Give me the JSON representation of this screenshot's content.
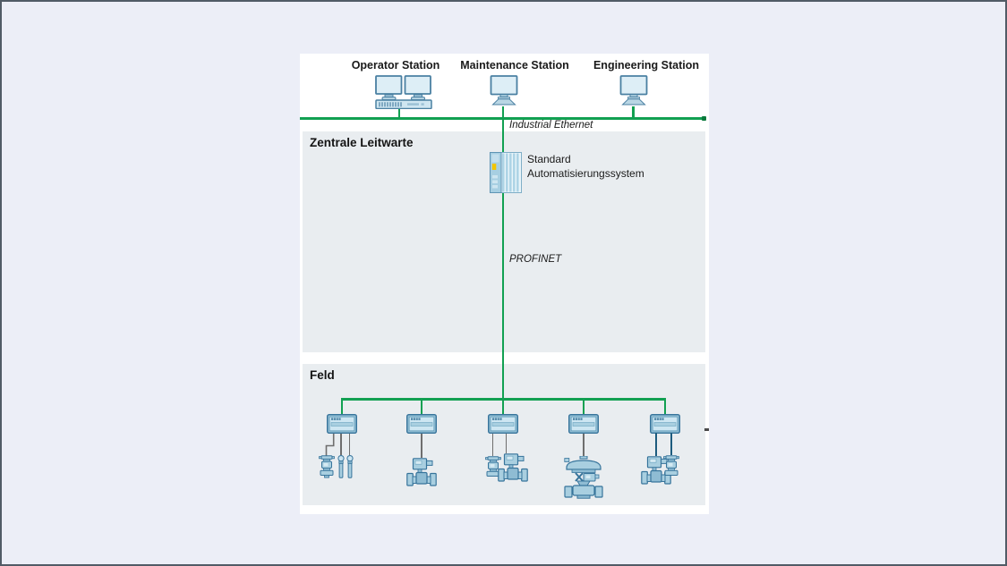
{
  "diagram": {
    "stations": [
      {
        "label": "Operator Station",
        "icon": "dual-monitor-workstation-icon"
      },
      {
        "label": "Maintenance Station",
        "icon": "monitor-workstation-icon"
      },
      {
        "label": "Engineering Station",
        "icon": "monitor-workstation-icon"
      }
    ],
    "networks": {
      "ethernet_label": "Industrial Ethernet",
      "profinet_label": "PROFINET"
    },
    "sections": {
      "control_room_title": "Zentrale Leitwarte",
      "field_title": "Feld"
    },
    "controller": {
      "label_line1": "Standard",
      "label_line2": "Automatisierungssystem",
      "icon": "plc-controller-icon"
    },
    "field_io_modules": [
      {
        "icon": "remote-io-module-icon",
        "devices": [
          "pressure-transmitter-icon",
          "sensor-probe-icon",
          "sensor-probe-icon"
        ]
      },
      {
        "icon": "remote-io-module-icon",
        "devices": [
          "valve-with-positioner-icon"
        ]
      },
      {
        "icon": "remote-io-module-icon",
        "devices": [
          "pressure-transmitter-icon",
          "valve-with-positioner-icon"
        ]
      },
      {
        "icon": "remote-io-module-icon",
        "devices": [
          "control-valve-icon"
        ]
      },
      {
        "icon": "remote-io-module-icon",
        "devices": [
          "valve-with-positioner-icon",
          "pressure-transmitter-icon"
        ]
      }
    ],
    "colors": {
      "network_green": "#12a052",
      "network_green_end_dot": "#0b7a3c",
      "page_background": "#eceef7",
      "panel_background": "#ffffff",
      "section_background": "#e9edf0",
      "signal_line_gray": "#6e6e6e",
      "signal_line_blue": "#1d5c7e",
      "device_fill": "#a9cfe0",
      "device_stroke": "#37749b",
      "plc_led_yellow": "#f2c500"
    }
  }
}
